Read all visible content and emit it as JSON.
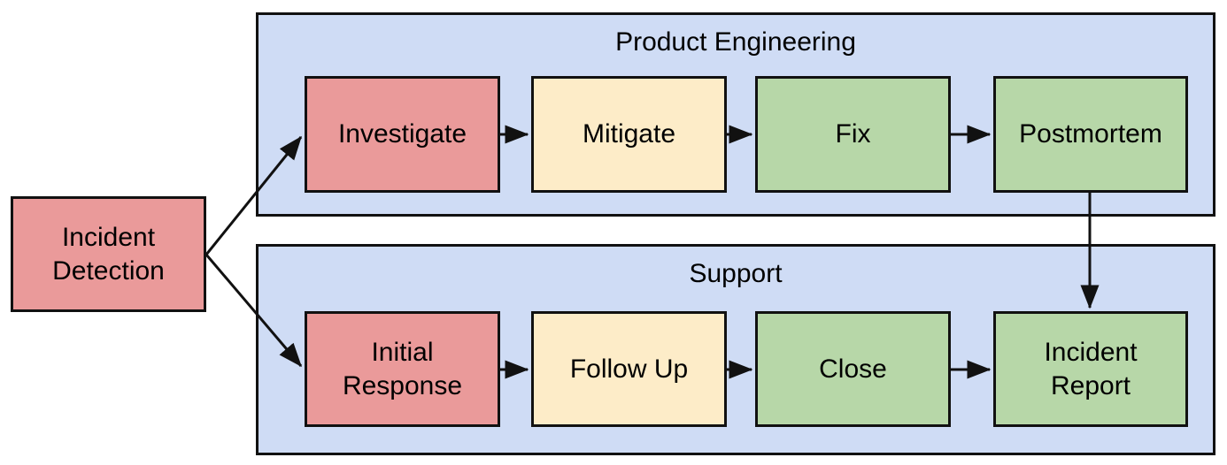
{
  "diagram": {
    "title_text": "",
    "colors": {
      "lane_fill": "#cfdcf5",
      "red": "#ea9a9a",
      "yellow": "#fdecc8",
      "green": "#b7d7a8",
      "stroke": "#111111",
      "text": "#000000"
    },
    "start_node": {
      "label": "Incident\nDetection",
      "fill": "red"
    },
    "lanes": [
      {
        "title": "Product Engineering",
        "nodes": [
          {
            "label": "Investigate",
            "fill": "red"
          },
          {
            "label": "Mitigate",
            "fill": "yellow"
          },
          {
            "label": "Fix",
            "fill": "green"
          },
          {
            "label": "Postmortem",
            "fill": "green"
          }
        ]
      },
      {
        "title": "Support",
        "nodes": [
          {
            "label": "Initial\nResponse",
            "fill": "red"
          },
          {
            "label": "Follow Up",
            "fill": "yellow"
          },
          {
            "label": "Close",
            "fill": "green"
          },
          {
            "label": "Incident\nReport",
            "fill": "green"
          }
        ]
      }
    ],
    "edges": [
      {
        "name": "incident-detection-to-investigate",
        "type": "diagonal-up"
      },
      {
        "name": "incident-detection-to-initial-response",
        "type": "diagonal-down"
      },
      {
        "name": "investigate-to-mitigate",
        "type": "horizontal"
      },
      {
        "name": "mitigate-to-fix",
        "type": "horizontal"
      },
      {
        "name": "fix-to-postmortem",
        "type": "horizontal"
      },
      {
        "name": "initial-response-to-follow-up",
        "type": "horizontal"
      },
      {
        "name": "follow-up-to-close",
        "type": "horizontal"
      },
      {
        "name": "close-to-incident-report",
        "type": "horizontal"
      },
      {
        "name": "postmortem-to-incident-report",
        "type": "vertical-down"
      }
    ]
  }
}
